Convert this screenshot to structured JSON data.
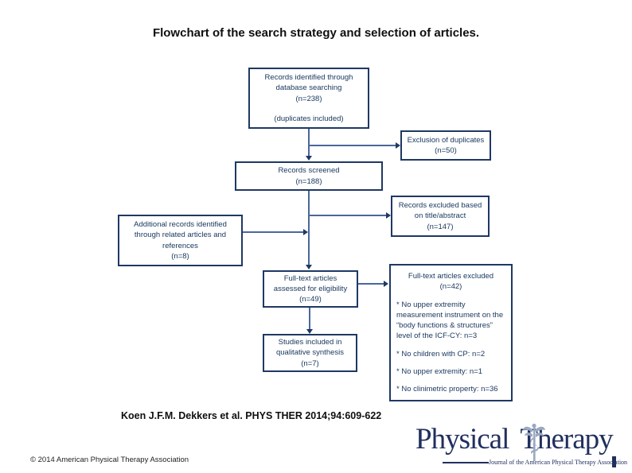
{
  "slide": {
    "title": "Flowchart of the search strategy and selection of articles.",
    "citation": "Koen J.F.M. Dekkers et al. PHYS THER 2014;94:609-622",
    "copyright": "© 2014 American Physical Therapy Association"
  },
  "flowchart": {
    "boxes": {
      "identified": {
        "lines": [
          "Records identified through",
          "database searching",
          "(n=238)"
        ],
        "note": "(duplicates included)"
      },
      "duplicates": {
        "lines": [
          "Exclusion of duplicates",
          "(n=50)"
        ]
      },
      "screened": {
        "lines": [
          "Records screened",
          "(n=188)"
        ]
      },
      "title_excluded": {
        "lines": [
          "Records excluded based",
          "on title/abstract",
          "(n=147)"
        ]
      },
      "additional": {
        "lines": [
          "Additional records identified",
          "through related articles and",
          "references",
          "(n=8)"
        ]
      },
      "fulltext": {
        "lines": [
          "Full-text articles",
          "assessed for eligibility",
          "(n=49)"
        ]
      },
      "fulltext_excluded": {
        "heading": "Full-text articles excluded",
        "count": "(n=42)",
        "bullets": [
          "* No upper extremity measurement instrument on the “body functions & structures” level of the ICF-CY: n=3",
          "* No children with CP: n=2",
          "* No upper extremity: n=1",
          "* No clinimetric property: n=36"
        ]
      },
      "included": {
        "lines": [
          "Studies included in",
          "qualitative synthesis",
          "(n=7)"
        ]
      }
    }
  },
  "logo": {
    "word1": "Physical",
    "word2": "Therapy",
    "subtitle": "Journal of the American Physical Therapy Association"
  },
  "colors": {
    "box_border": "#1f3864",
    "box_text": "#17365d",
    "arrow_line": "#4a679c",
    "logo_navy": "#212f5e"
  }
}
